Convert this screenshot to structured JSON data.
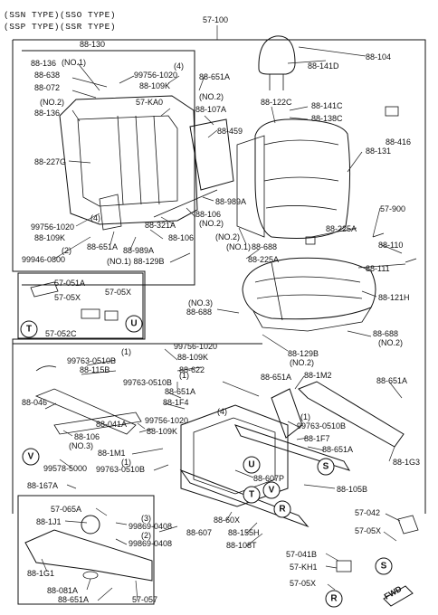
{
  "header": {
    "line1": "(SSN TYPE)(SSO TYPE)",
    "line2": "(SSP TYPE)(SSR TYPE)"
  },
  "labels": {
    "l57100": "57-100",
    "l88130": "88-130",
    "l88104": "88-104",
    "l88141D": "88-141D",
    "l88136a": "88-136",
    "lNO1a": "(NO.1)",
    "l88638": "88-638",
    "l88072": "88-072",
    "lNO2a": "(NO.2)",
    "l88136b": "88-136",
    "l997561020a": "99756-1020",
    "l4a": "(4)",
    "l88109Ka": "88-109K",
    "l88651Aa": "88-651A",
    "l57KA0": "57-KA0",
    "lNO2b": "(NO.2)",
    "l88107A": "88-107A",
    "l88122C": "88-122C",
    "l88141C": "88-141C",
    "l88138C": "88-138C",
    "l88459": "88-459",
    "l88416": "88-416",
    "l88131": "88-131",
    "l88227G": "88-227G",
    "l88989Aa": "88-989A",
    "l57900": "57-900",
    "l88106a": "88-106",
    "lNO2c": "(NO.2)",
    "l88321A": "88-321A",
    "l88225Aa": "88-225A",
    "l4b": "(4)",
    "l997561020b": "99756-1020",
    "l88109Kb": "88-109K",
    "l88110": "88-110",
    "l88106b": "88-106",
    "lNO2d": "(NO.2)",
    "lNO1b": "(NO.1)",
    "l88688a": "88-688",
    "l88651Ab": "88-651A",
    "l88989Ab": "88-989A",
    "l2a": "(2)",
    "l999460800": "99946-0800",
    "l88129B": "(NO.1) 88-129B",
    "l88225Ab": "88-225A",
    "l88111": "88-111",
    "l57051A": "57-051A",
    "l5705Xa": "57-05X",
    "l5705Xb": "57-05X",
    "l57052C": "57-052C",
    "l88121H": "88-121H",
    "lNO3a": "(NO.3)",
    "l88688b": "88-688",
    "l88688c": "88-688",
    "lNO2e": "(NO.2)",
    "l88129Bb": "88-129B",
    "lNO2f": "(NO.2)",
    "l997561020c": "99756-1020",
    "l88109Kc": "88-109K",
    "l1a": "(1)",
    "l997630510Ba": "99763-0510B",
    "l88115B": "88-115B",
    "l88622": "88-622",
    "l1b": "(1)",
    "l997630510Bb": "99763-0510B",
    "l88651Ac": "88-651A",
    "l88651Ad": "88-651A",
    "l881M2": "88-1M2",
    "l88651Ae": "88-651A",
    "l881F4": "88-1F4",
    "l88046": "88-046",
    "l88041A": "88-041A",
    "l4c": "(4)",
    "l997561020d": "99756-1020",
    "l88109Kd": "88-109K",
    "l1c": "(1)",
    "l997630510Bc": "99763-0510B",
    "l881F7": "88-1F7",
    "l88106c": "88-106",
    "lNO3b": "(NO.3)",
    "l88651Af": "88-651A",
    "l881G3": "88-1G3",
    "l995785000": "99578-5000",
    "l881M1": "88-1M1",
    "l1d": "(1)",
    "l997630510Bd": "99763-0510B",
    "l88607P": "88-607P",
    "l88105B": "88-105B",
    "l88167A": "88-167A",
    "l57065A": "57-065A",
    "l881J1": "88-1J1",
    "l3": "(3)",
    "l998690408a": "99869-0408",
    "l2b": "(2)",
    "l998690408b": "99869-0408",
    "l88607": "88-607",
    "l8860X": "88-60X",
    "l88155H": "88-155H",
    "l88108T": "88-108T",
    "l881G1": "88-1G1",
    "l88081A": "88-081A",
    "l88651Ag": "88-651A",
    "l57057": "57-057",
    "l57042": "57-042",
    "l5705Xc": "57-05X",
    "l57041B": "57-041B",
    "l57KH1": "57-KH1",
    "l5705Xd": "57-05X",
    "fwd": "FWD"
  },
  "circles": {
    "T1": "T",
    "U1": "U",
    "V1": "V",
    "U2": "U",
    "S1": "S",
    "T2": "T",
    "V2": "V",
    "R1": "R",
    "S2": "S",
    "R2": "R"
  }
}
